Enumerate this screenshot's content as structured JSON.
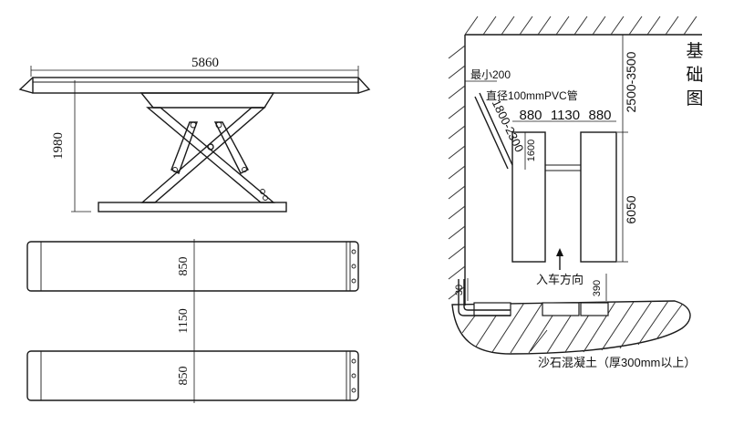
{
  "lift_side_view": {
    "overall_length": "5860",
    "platform_height": "1980"
  },
  "lift_top_view": {
    "runway_width_top": "850",
    "gap_width": "1150",
    "runway_width_bottom": "850"
  },
  "foundation_plan": {
    "title_chars": [
      "基",
      "础",
      "图"
    ],
    "min_clearance": "最小200",
    "pvc_pipe": "直径100mmPVC管",
    "pipe_length_range": "1800-2300",
    "widths": [
      "880",
      "1130",
      "880"
    ],
    "pit_inner_width": "1600",
    "ceiling_height_range": "2500-3500",
    "pit_length": "6050",
    "entry_direction": "入车方向",
    "edge_offset": "30",
    "pit_depth": "390",
    "concrete_note": "沙石混凝土（厚300mm以上）"
  }
}
